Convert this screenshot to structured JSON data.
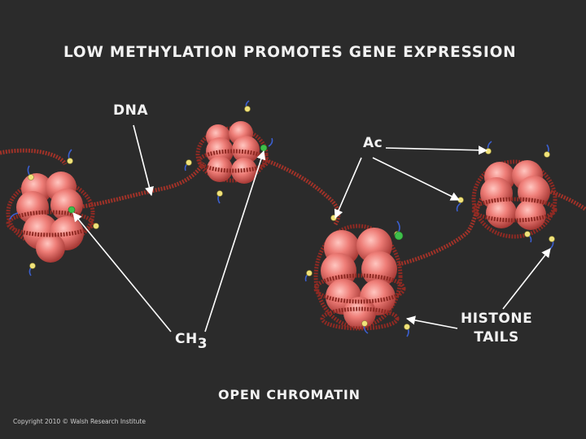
{
  "title": "LOW METHYLATION PROMOTES GENE EXPRESSION",
  "labels": {
    "dna": "DNA",
    "acetyl": "Ac",
    "methyl_base": "CH",
    "methyl_sub": "3",
    "histone_line1": "HISTONE",
    "histone_line2": "TAILS"
  },
  "footer": "OPEN CHROMATIN",
  "copyright": "Copyright 2010 © Walsh Research Institute",
  "colors": {
    "background": "#2b2b2b",
    "dna_strand": "#a03228",
    "nucleosome": "#e8736f",
    "acetyl_ball": "#f0e27a",
    "methyl_ball": "#3fbf4a",
    "histone_tail": "#3b5fcf",
    "arrow": "#ffffff"
  }
}
